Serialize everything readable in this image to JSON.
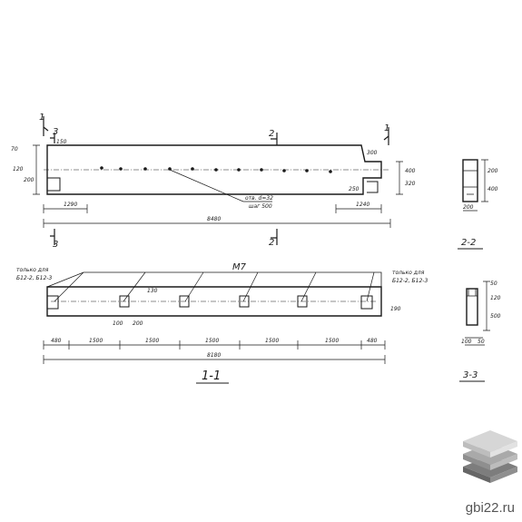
{
  "elevation": {
    "section_marks": [
      "1",
      "1",
      "2",
      "2",
      "3",
      "3"
    ],
    "callout_holes": "отв. d=32",
    "callout_step": "шаг 500",
    "dim_end_left": "1290",
    "dim_end_right": "1240",
    "dim_total": "8480",
    "dim_small": [
      "70",
      "120",
      "200",
      "150",
      "300",
      "400",
      "320",
      "250"
    ]
  },
  "plan": {
    "note_left": [
      "только для",
      "Б12-2, Б12-3"
    ],
    "note_right": [
      "только для",
      "Б12-2, Б12-3"
    ],
    "mark": "М7",
    "spacings": [
      "480",
      "1500",
      "1500",
      "1500",
      "1500",
      "1500",
      "480"
    ],
    "total": "8180",
    "insert_dims": [
      "100",
      "200",
      "130",
      "190"
    ],
    "caption": "1-1"
  },
  "section_2_2": {
    "caption": "2-2",
    "dims": [
      "200",
      "400",
      "200"
    ]
  },
  "section_3_3": {
    "caption": "3-3",
    "dims": [
      "50",
      "120",
      "500",
      "100",
      "50"
    ]
  },
  "watermark": "gbi22.ru",
  "colors": {
    "ink": "#1a1a1a",
    "logo_top": "#d6d6d6",
    "logo_mid": "#a9a9a9",
    "logo_bottom": "#7d7d7d"
  }
}
